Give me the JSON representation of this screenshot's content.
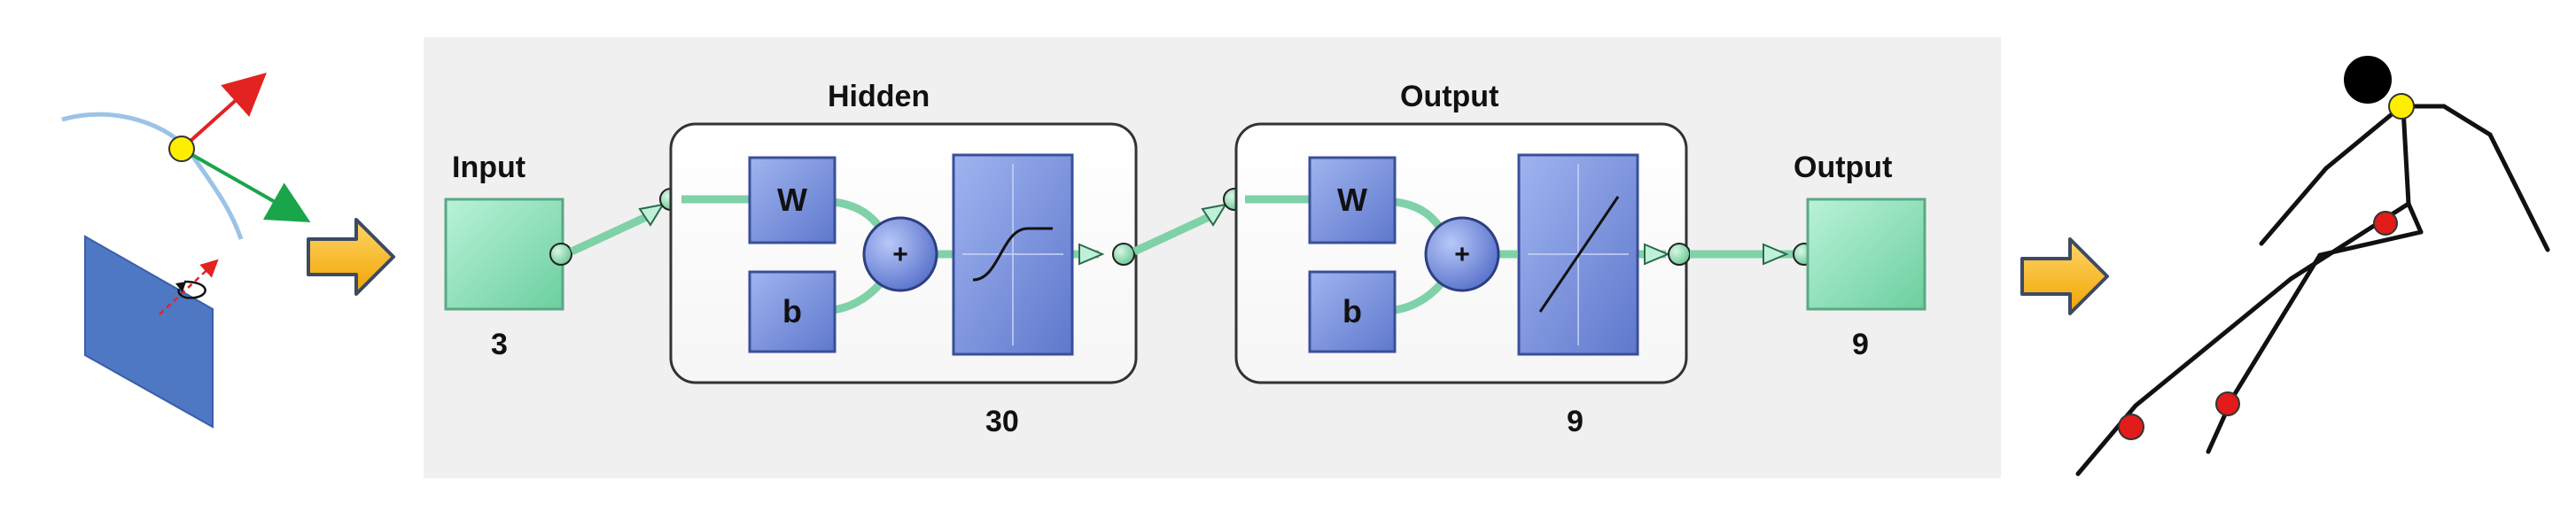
{
  "network": {
    "input_label": "Input",
    "input_size": "3",
    "hidden_label": "Hidden",
    "hidden_size": "30",
    "output_layer_label": "Output",
    "output_layer_size": "9",
    "output_label": "Output",
    "output_size": "9",
    "weight_symbol": "W",
    "bias_symbol": "b",
    "sum_symbol": "+"
  },
  "colors": {
    "panel_bg": "#f0f0f0",
    "io_fill": "#8ee0b8",
    "block_fill": "#7a92dc",
    "connector": "#7fd1a8",
    "node": "#8ad7a6",
    "arrow_fill": "#f7b21a",
    "arrow_stroke": "#3c4a66",
    "plane": "#4f78c4",
    "joint_yellow": "#ffee00",
    "joint_red": "#e21b1b",
    "tangent_red": "#e32222",
    "normal_green": "#1aa54a",
    "curve": "#9cc3e6"
  },
  "icons": [
    "right-arrow-icon",
    "tanh-transfer-icon",
    "linear-transfer-icon",
    "sum-icon"
  ]
}
